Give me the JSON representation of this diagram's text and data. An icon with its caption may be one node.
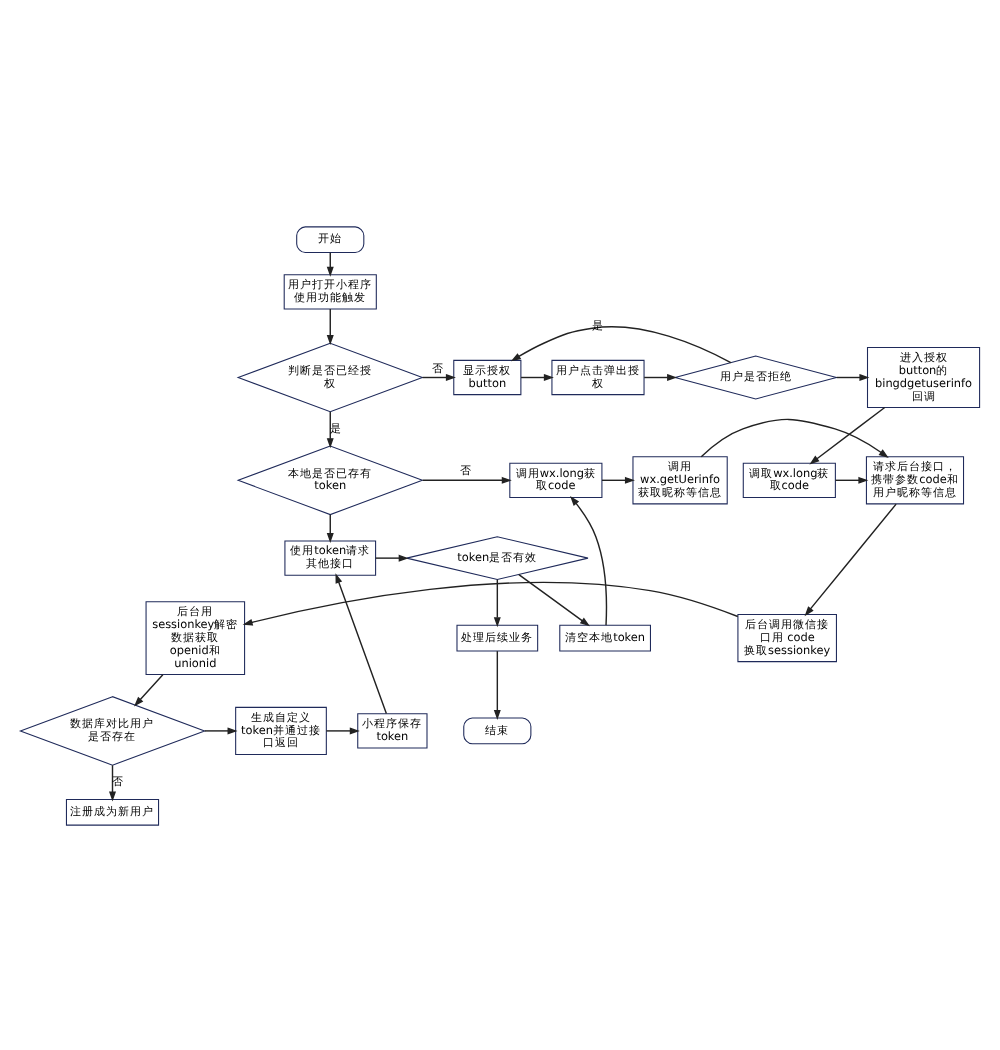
{
  "diagram": {
    "nodes": [
      {
        "text": [
          "开始"
        ]
      },
      {
        "text": [
          "用户打开小程序使用功能触发"
        ]
      },
      {
        "text": [
          "判断是否已经授权"
        ]
      },
      {
        "text": [
          "显示授权 button"
        ]
      },
      {
        "text": [
          "用户点击弹出授权"
        ]
      },
      {
        "text": [
          "用户是否拒绝"
        ]
      },
      {
        "text": [
          "进入授权 button的 bingdgetuserinfo回调"
        ]
      },
      {
        "text": [
          "本地是否已存有token"
        ]
      },
      {
        "text": [
          "调用wx.long获取code"
        ]
      },
      {
        "text": [
          "调用 wx.getUerinfo获取昵称等信息"
        ]
      },
      {
        "text": [
          "请求后台接口，携带参数code和用户昵称等信息"
        ]
      },
      {
        "text": [
          "调取wx.long获取code"
        ]
      },
      {
        "text": [
          "清空本地token"
        ]
      },
      {
        "text": [
          "后台调用微信接口用 code 换取sessionkey"
        ]
      },
      {
        "text": [
          "后台用 sessionkey解密数据获取 openid和 unionid"
        ]
      },
      {
        "text": [
          "使用token请求其他接口"
        ]
      },
      {
        "text": [
          "token是否有效"
        ]
      },
      {
        "text": [
          "小程序保存token"
        ]
      },
      {
        "text": [
          "生成自定义token并通过接口返回"
        ]
      },
      {
        "text": [
          "数据库对比用户是否存在"
        ]
      },
      {
        "text": [
          "处理后续业务"
        ]
      },
      {
        "text": [
          "结束"
        ]
      },
      {
        "text": [
          "注册成为新用户"
        ]
      }
    ],
    "edges": [
      {
        "from": 0,
        "to": 1,
        "arrow": "to"
      },
      {
        "from": 1,
        "to": 2,
        "arrow": "to"
      },
      {
        "from": 2,
        "to": 3,
        "arrow": "to",
        "label": "否"
      },
      {
        "from": 2,
        "to": 7,
        "arrow": "to",
        "label": "是"
      },
      {
        "from": 3,
        "to": 4,
        "arrow": "to"
      },
      {
        "from": 4,
        "to": 5,
        "arrow": "to"
      },
      {
        "from": 5,
        "to": 3,
        "arrow": "to",
        "label": "是"
      },
      {
        "from": 5,
        "to": 6,
        "arrow": "to"
      },
      {
        "from": 7,
        "to": 8,
        "arrow": "to",
        "label": "否"
      },
      {
        "from": 8,
        "to": 9,
        "arrow": "to"
      },
      {
        "from": 9,
        "to": 10,
        "arrow": "to"
      },
      {
        "from": 6,
        "to": 11,
        "arrow": "to"
      },
      {
        "from": 11,
        "to": 10,
        "arrow": "to"
      },
      {
        "from": 10,
        "to": 13,
        "arrow": "to"
      },
      {
        "from": 13,
        "to": 14,
        "arrow": "to"
      },
      {
        "from": 7,
        "to": 15,
        "arrow": "to"
      },
      {
        "from": 15,
        "to": 16,
        "arrow": "to"
      },
      {
        "from": 16,
        "to": 12,
        "arrow": "to"
      },
      {
        "from": 12,
        "to": 8,
        "arrow": "to"
      },
      {
        "from": 14,
        "to": 19,
        "arrow": "to"
      },
      {
        "from": 19,
        "to": 18,
        "arrow": "to"
      },
      {
        "from": 18,
        "to": 17,
        "arrow": "to"
      },
      {
        "from": 17,
        "to": 15,
        "arrow": "to"
      },
      {
        "from": 16,
        "to": 20,
        "arrow": "to"
      },
      {
        "from": 20,
        "to": 21,
        "arrow": "to"
      },
      {
        "from": 19,
        "to": 22,
        "arrow": "to",
        "label": "否"
      }
    ]
  }
}
